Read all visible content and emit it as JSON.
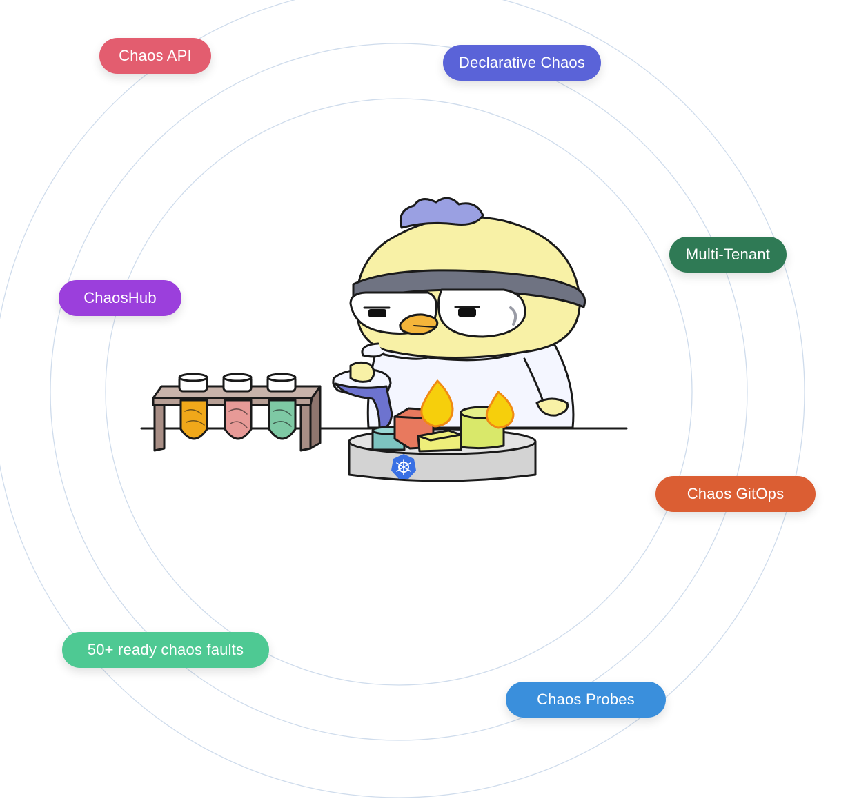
{
  "features": [
    {
      "key": "api",
      "label": "Chaos API",
      "color": "#e35d6f"
    },
    {
      "key": "declarative",
      "label": "Declarative Chaos",
      "color": "#5a63d8"
    },
    {
      "key": "multi_tenant",
      "label": "Multi-Tenant",
      "color": "#2f7a55"
    },
    {
      "key": "hub",
      "label": "ChaosHub",
      "color": "#9b3fdc"
    },
    {
      "key": "gitops",
      "label": "Chaos GitOps",
      "color": "#db5e33"
    },
    {
      "key": "faults",
      "label": "50+ ready chaos faults",
      "color": "#4ec993"
    },
    {
      "key": "probes",
      "label": "Chaos Probes",
      "color": "#3a8fdc"
    }
  ],
  "illustration": {
    "subject": "yellow chick scientist pouring chemicals into a Kubernetes tray with test tubes",
    "icon": "kubernetes-icon"
  },
  "colors": {
    "orbit": "#cfdcec",
    "outline": "#1a1a1a",
    "chick": "#f8f1a6",
    "goggles": "#6f7382",
    "hat_pompom": "#9aa0e2",
    "coat": "#f4f6ff",
    "rack": "#b79f95",
    "tray": "#d3d3d3",
    "k8s": "#3970e4",
    "flame": "#f6cf0c",
    "flame_stroke": "#f08a14"
  }
}
